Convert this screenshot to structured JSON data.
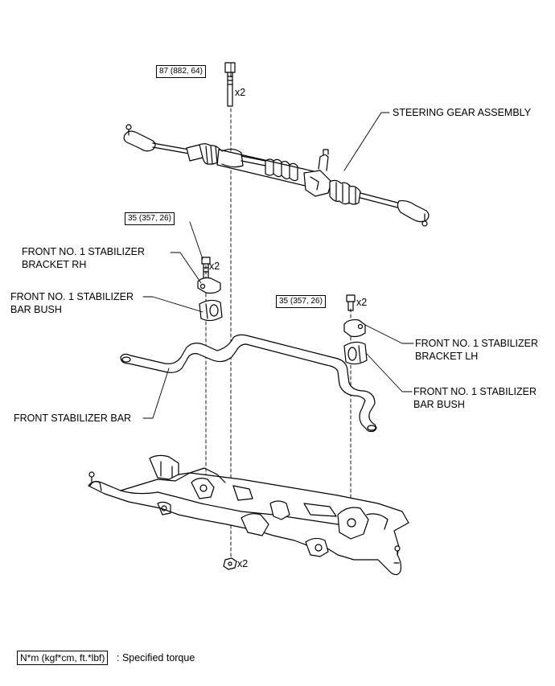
{
  "labels": {
    "steering_gear": "STEERING GEAR ASSEMBLY",
    "bracket_rh_line1": "FRONT NO. 1 STABILIZER",
    "bracket_rh_line2": "BRACKET RH",
    "bush_rh_line1": "FRONT NO. 1 STABILIZER",
    "bush_rh_line2": "BAR BUSH",
    "bracket_lh_line1": "FRONT NO. 1 STABILIZER",
    "bracket_lh_line2": "BRACKET LH",
    "bush_lh_line1": "FRONT NO. 1 STABILIZER",
    "bush_lh_line2": "BAR BUSH",
    "stabilizer_bar": "FRONT STABILIZER BAR"
  },
  "torques": {
    "gear_bolt": "87 (882, 64)",
    "bracket_rh_bolt": "35 (357, 26)",
    "bracket_lh_bolt": "35 (357, 26)"
  },
  "quantities": {
    "gear_bolt": "x2",
    "bracket_rh_bolt": "x2",
    "bracket_lh_bolt": "x2",
    "gear_nut": "x2"
  },
  "legend": {
    "unit_box": "N*m (kgf*cm, ft.*lbf)",
    "description": ": Specified torque"
  }
}
